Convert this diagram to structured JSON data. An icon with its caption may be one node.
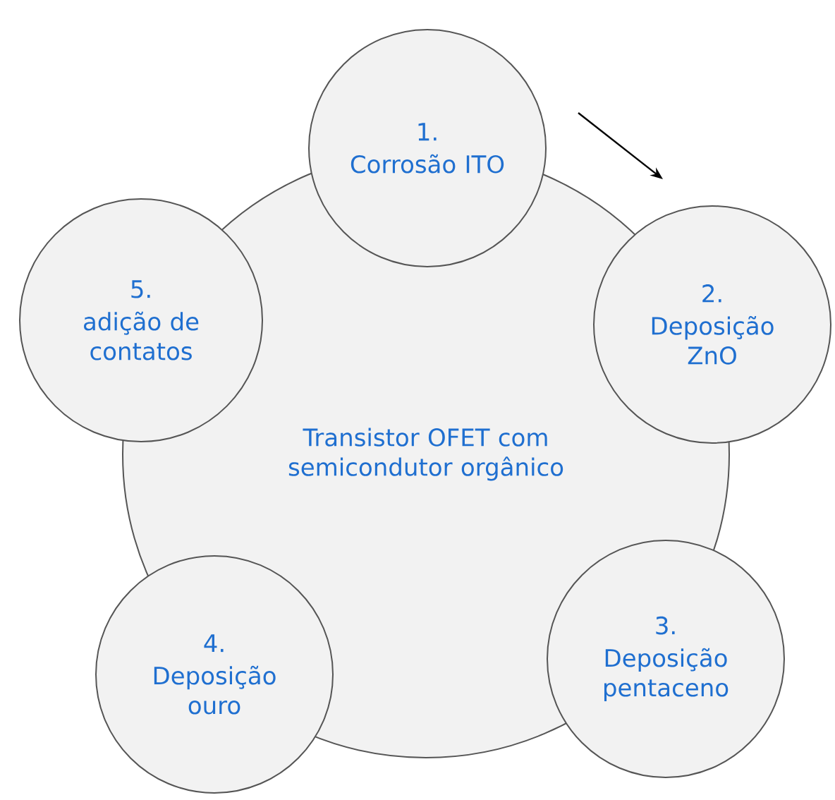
{
  "diagram": {
    "nodes": [
      {
        "text": [
          "Transistor OFET com semicondutor orgânico"
        ]
      },
      {
        "text": [
          "1.",
          "Corrosão ITO"
        ]
      },
      {
        "text": [
          "2.",
          "Deposição ZnO"
        ]
      },
      {
        "text": [
          "3.",
          "Deposição pentaceno"
        ]
      },
      {
        "text": [
          "4.",
          "Deposição ouro"
        ]
      },
      {
        "text": [
          "5.",
          "adição de contatos"
        ]
      }
    ]
  }
}
